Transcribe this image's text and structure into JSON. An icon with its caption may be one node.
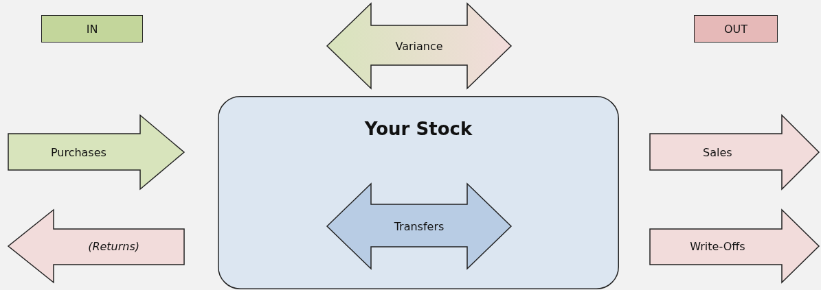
{
  "diagram": {
    "nodes": [
      {
        "text": [
          "Variance"
        ]
      },
      {
        "text": [
          "Your Stock"
        ]
      },
      {
        "text": [
          "Transfers"
        ],
        "in": 1
      },
      {
        "text": [
          "Purchases"
        ]
      },
      {
        "text": [
          "(Returns)"
        ]
      },
      {
        "text": [
          "Sales"
        ]
      },
      {
        "text": [
          "Write-Offs"
        ]
      }
    ],
    "legend": [
      {
        "text": "IN",
        "color": "#c3d69b"
      },
      {
        "text": "OUT",
        "color": "#e6b9b8"
      }
    ]
  }
}
